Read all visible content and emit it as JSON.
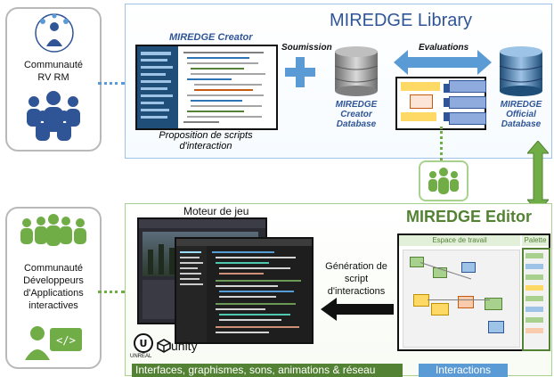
{
  "library": {
    "title": "MIREDGE Library",
    "creator_title": "MIREDGE Creator",
    "submission": "Soumission",
    "evaluations": "Evaluations",
    "proposal_line1": "Proposition de scripts",
    "proposal_line2": "d'interaction",
    "creator_db_line1": "MIREDGE",
    "creator_db_line2": "Creator",
    "creator_db_line3": "Database",
    "official_db_line1": "MIREDGE",
    "official_db_line2": "Official",
    "official_db_line3": "Database"
  },
  "community_top": {
    "line1": "Communauté",
    "line2": "RV RM"
  },
  "community_bottom": {
    "line1": "Communauté",
    "line2": "Développeurs",
    "line3": "d'Applications",
    "line4": "interactives"
  },
  "editor": {
    "title": "MIREDGE Editor",
    "engine_label": "Moteur de jeu",
    "workspace_label": "Espace de travail",
    "palette_label": "Palette",
    "generation_line1": "Génération de",
    "generation_line2": "script",
    "generation_line3": "d'interactions",
    "unreal_label": "UNREAL",
    "unity_label": "unity"
  },
  "bottom_bar": {
    "left": "Interfaces, graphismes, sons, animations & réseau",
    "right": "Interactions"
  },
  "colors": {
    "blue": "#2f5597",
    "green": "#548235",
    "light_blue": "#5b9bd5",
    "light_green": "#70ad47"
  }
}
